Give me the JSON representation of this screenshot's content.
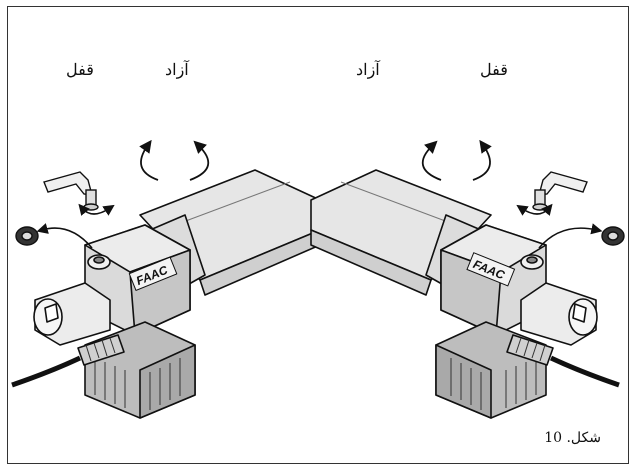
{
  "labels": {
    "left_lock": "قفل",
    "left_free": "آزاد",
    "right_free": "آزاد",
    "right_lock": "قفل"
  },
  "brand_logo_text": "FAAC",
  "caption": "10 .شکل",
  "colors": {
    "body_light": "#e6e6e6",
    "body_mid": "#cfcfcf",
    "body_dark": "#a9a9a9",
    "stroke": "#111111"
  },
  "icons": [
    "rotate-cw-arrow-icon",
    "rotate-ccw-arrow-icon",
    "release-key-icon",
    "cover-plug-icon"
  ]
}
